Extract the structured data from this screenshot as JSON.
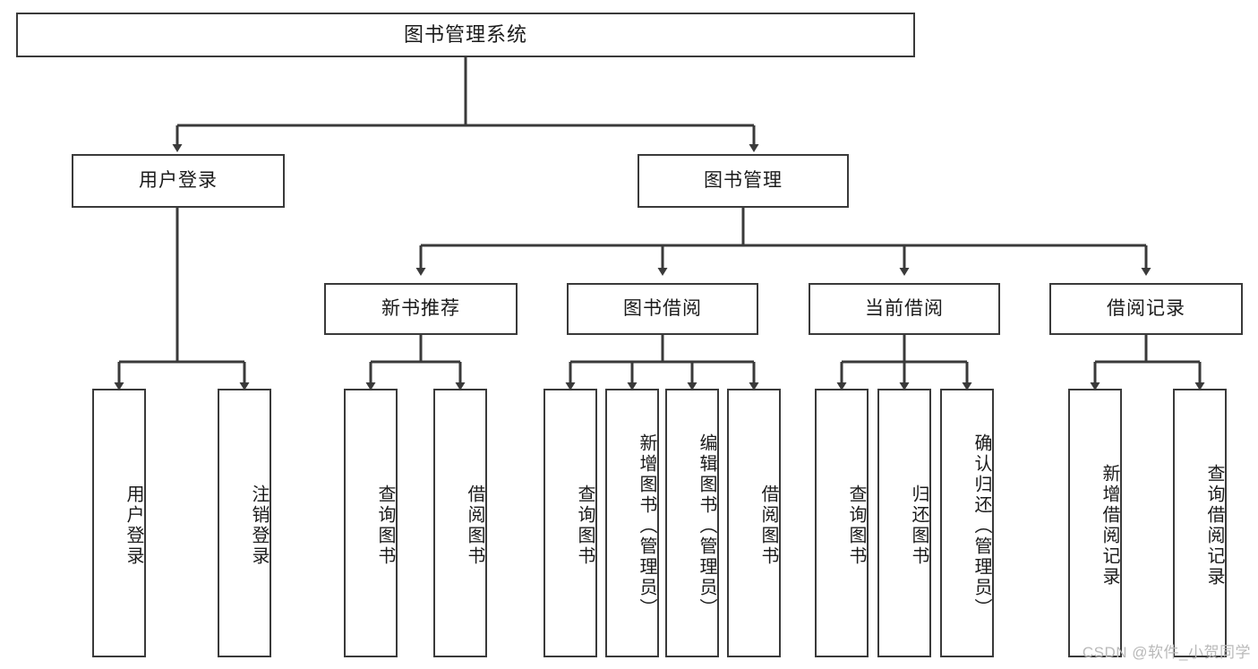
{
  "diagram": {
    "type": "tree",
    "title": "图书管理系统",
    "root": {
      "label": "图书管理系统"
    },
    "level1": [
      {
        "label": "用户登录"
      },
      {
        "label": "图书管理"
      }
    ],
    "level2": [
      {
        "label": "新书推荐"
      },
      {
        "label": "图书借阅"
      },
      {
        "label": "当前借阅"
      },
      {
        "label": "借阅记录"
      }
    ],
    "leaves": {
      "user_login": [
        {
          "label": "用户登录"
        },
        {
          "label": "注销登录"
        }
      ],
      "new_book_recommend": [
        {
          "label": "查询图书"
        },
        {
          "label": "借阅图书"
        }
      ],
      "book_borrow": [
        {
          "label": "查询图书"
        },
        {
          "label": "新增图书（管理员）"
        },
        {
          "label": "编辑图书（管理员）"
        },
        {
          "label": "借阅图书"
        }
      ],
      "current_borrow": [
        {
          "label": "查询图书"
        },
        {
          "label": "归还图书"
        },
        {
          "label": "确认归还（管理员）"
        }
      ],
      "borrow_record": [
        {
          "label": "新增借阅记录"
        },
        {
          "label": "查询借阅记录"
        }
      ]
    }
  },
  "watermark": {
    "text": "CSDN @软件_小贺同学"
  },
  "colors": {
    "border": "#3a3a3a",
    "text": "#1b1b1b",
    "background": "#ffffff",
    "watermark": "#b9b9b9"
  }
}
